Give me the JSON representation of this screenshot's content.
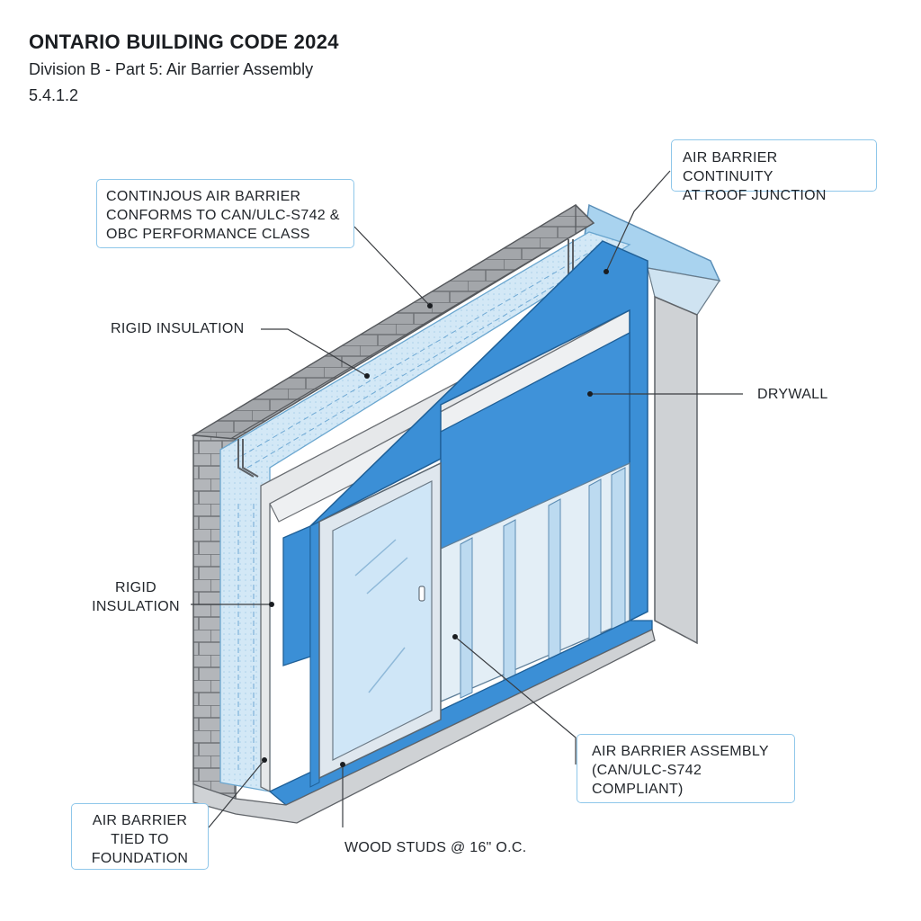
{
  "header": {
    "title": "ONTARIO BUILDING CODE 2024",
    "subtitle": "Division B - Part 5: Air Barrier Assembly",
    "section": "5.4.1.2"
  },
  "callouts": {
    "continuous_barrier": [
      "CONTINJOUS AIR BARRIER",
      "CONFORMS TO CAN/ULC-S742 &",
      "OBC PERFORMANCE CLASS"
    ],
    "roof_junction": [
      "AIR BARRIER CONTINUITY",
      "AT ROOF JUNCTION"
    ],
    "rigid_insulation_top": "RIGID INSULATION",
    "drywall": "DRYWALL",
    "rigid_insulation_left": [
      "RIGID",
      "INSULATION"
    ],
    "assembly": [
      "AIR BARRIER ASSEMBLY",
      "(CAN/ULC-S742",
      "COMPLIANT)"
    ],
    "foundation": [
      "AIR BARRIER",
      "TIED TO",
      "FOUNDATION"
    ],
    "studs": "WOOD STUDS @ 16\" O.C."
  },
  "colors": {
    "barrier_blue": "#3b8fd6",
    "insulation_light": "#cfe6f5",
    "brick_gray": "#9a9da1",
    "callout_border": "#8fc7ea"
  }
}
